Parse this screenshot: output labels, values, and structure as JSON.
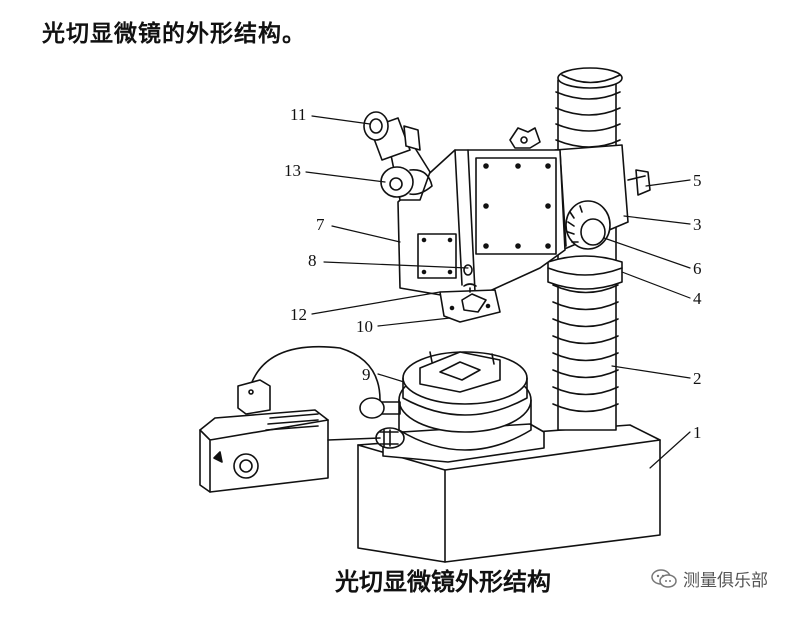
{
  "title": "光切显微镜的外形结构。",
  "caption": "光切显微镜外形结构",
  "watermark": {
    "text": "测量俱乐部",
    "icon": "wechat-icon"
  },
  "labels": [
    "11",
    "13",
    "7",
    "8",
    "12",
    "10",
    "9",
    "5",
    "3",
    "6",
    "4",
    "2",
    "1"
  ],
  "colors": {
    "ink": "#111111",
    "paper": "#ffffff",
    "watermark": "#555555"
  }
}
